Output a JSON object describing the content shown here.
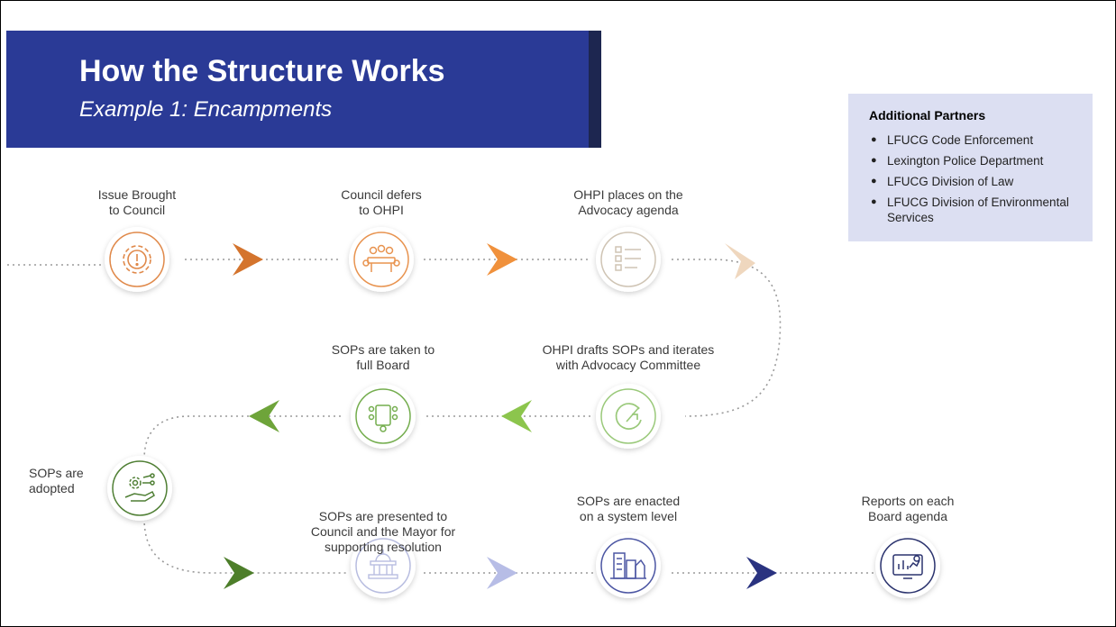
{
  "header": {
    "title": "How the Structure Works",
    "subtitle": "Example 1: Encampments"
  },
  "partners": {
    "title": "Additional Partners",
    "items": [
      "LFUCG Code Enforcement",
      "Lexington Police Department",
      "LFUCG Division of Law",
      "LFUCG Division of Environmental Services"
    ]
  },
  "steps": [
    {
      "line1": "Issue Brought",
      "line2": "to Council",
      "line3": "",
      "icon": "gear-alert-icon",
      "color": "#e0894a"
    },
    {
      "line1": "Council defers",
      "line2": "to OHPI",
      "line3": "",
      "icon": "meeting-icon",
      "color": "#e8934f"
    },
    {
      "line1": "OHPI places on the",
      "line2": "Advocacy agenda",
      "line3": "",
      "icon": "checklist-icon",
      "color": "#cfc4b4"
    },
    {
      "line1": "OHPI drafts SOPs and iterates",
      "line2": "with Advocacy Committee",
      "line3": "",
      "icon": "iteration-icon",
      "color": "#9ac97a"
    },
    {
      "line1": "SOPs are taken to",
      "line2": "full Board",
      "line3": "",
      "icon": "board-table-icon",
      "color": "#74ad4e"
    },
    {
      "line1": "SOPs are",
      "line2": "adopted",
      "line3": "",
      "icon": "hand-gear-icon",
      "color": "#4f7f34"
    },
    {
      "line1": "SOPs are presented to",
      "line2": "Council and the Mayor for",
      "line3": "supporting resolution",
      "icon": "capitol-icon",
      "color": "#b8bde0"
    },
    {
      "line1": "SOPs are enacted",
      "line2": "on a system level",
      "line3": "",
      "icon": "city-icon",
      "color": "#4c56a3"
    },
    {
      "line1": "Reports on each",
      "line2": "Board agenda",
      "line3": "",
      "icon": "report-chart-icon",
      "color": "#2b336e"
    }
  ],
  "arrow_colors": {
    "row1_a": "#d4742d",
    "row1_b": "#f0913c",
    "row1_c": "#efd7be",
    "row2_a": "#8cc54d",
    "row2_b": "#6ea43a",
    "row3_a": "#4d7e2a",
    "row3_b": "#b7bde6",
    "row3_c": "#2a3380"
  }
}
